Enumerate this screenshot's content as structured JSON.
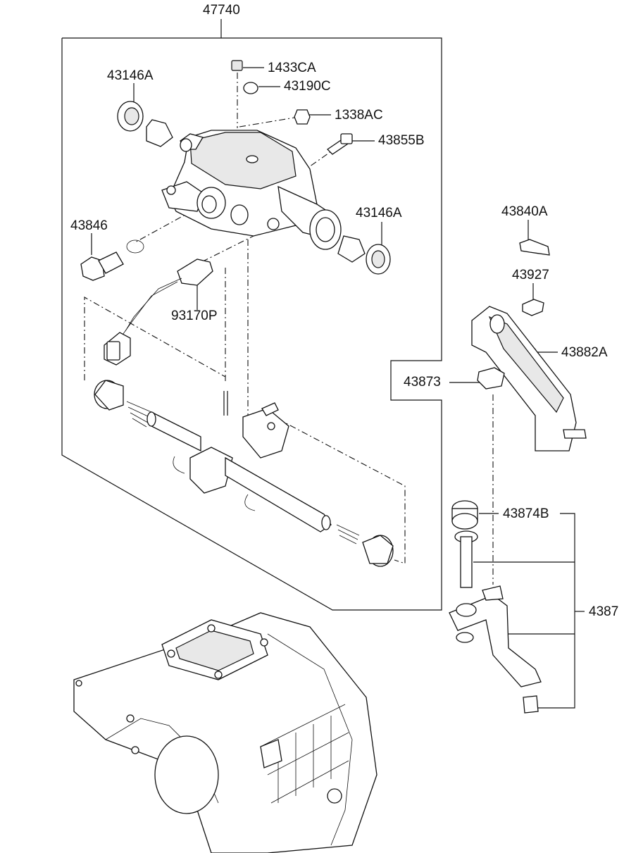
{
  "labels": {
    "assembly_top": "47740",
    "plug": "1433CA",
    "cap": "43190C",
    "nut": "1338AC",
    "bolt_flange": "43855B",
    "seal_left": "43146A",
    "seal_right": "43146A",
    "plug_bolt": "43846",
    "switch": "93170P",
    "bolt_right": "43840A",
    "bolt_small": "43927",
    "lever_bracket": "43882A",
    "clip": "43873",
    "bushing": "43874B",
    "lever_assembly": "4387"
  }
}
